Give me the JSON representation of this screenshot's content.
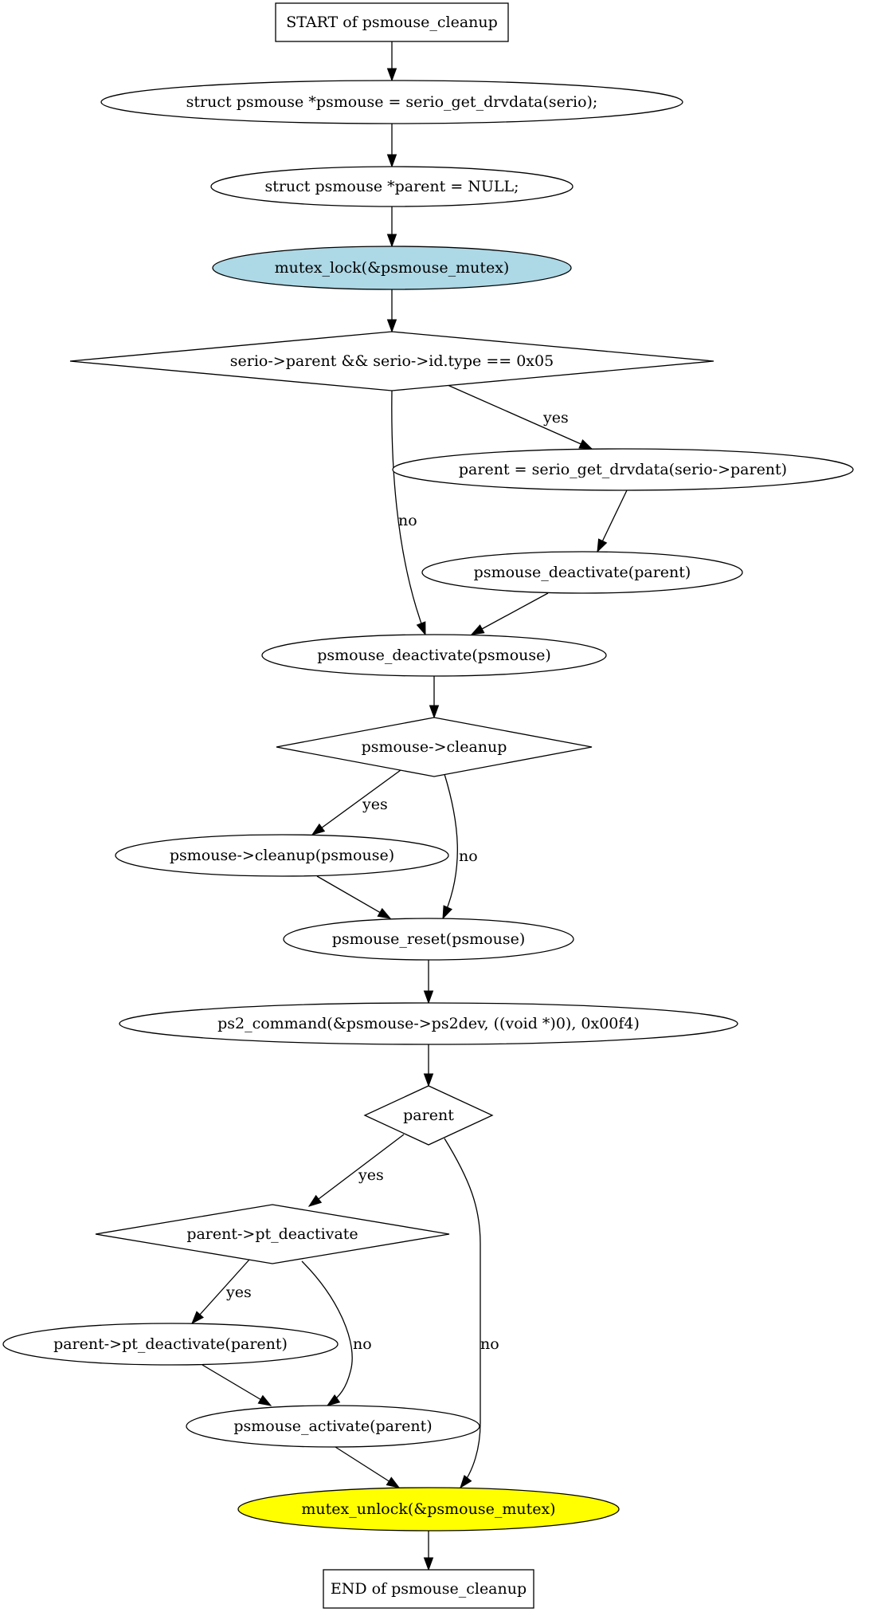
{
  "diagram": {
    "nodes": [
      {
        "id": "start",
        "shape": "box",
        "label": "START of psmouse_cleanup",
        "fill": "#ffffff"
      },
      {
        "id": "n1",
        "shape": "ellipse",
        "label": "struct psmouse *psmouse = serio_get_drvdata(serio);",
        "fill": "#ffffff"
      },
      {
        "id": "n2",
        "shape": "ellipse",
        "label": "struct psmouse *parent = NULL;",
        "fill": "#ffffff"
      },
      {
        "id": "n3",
        "shape": "ellipse",
        "label": "mutex_lock(&psmouse_mutex)",
        "fill": "#add8e6"
      },
      {
        "id": "d1",
        "shape": "diamond",
        "label": "serio->parent && serio->id.type == 0x05",
        "fill": "#ffffff"
      },
      {
        "id": "n4",
        "shape": "ellipse",
        "label": "parent = serio_get_drvdata(serio->parent)",
        "fill": "#ffffff"
      },
      {
        "id": "n5",
        "shape": "ellipse",
        "label": "psmouse_deactivate(parent)",
        "fill": "#ffffff"
      },
      {
        "id": "n6",
        "shape": "ellipse",
        "label": "psmouse_deactivate(psmouse)",
        "fill": "#ffffff"
      },
      {
        "id": "d2",
        "shape": "diamond",
        "label": "psmouse->cleanup",
        "fill": "#ffffff"
      },
      {
        "id": "n7",
        "shape": "ellipse",
        "label": "psmouse->cleanup(psmouse)",
        "fill": "#ffffff"
      },
      {
        "id": "n8",
        "shape": "ellipse",
        "label": "psmouse_reset(psmouse)",
        "fill": "#ffffff"
      },
      {
        "id": "n9",
        "shape": "ellipse",
        "label": "ps2_command(&psmouse->ps2dev, ((void *)0), 0x00f4)",
        "fill": "#ffffff"
      },
      {
        "id": "d3",
        "shape": "diamond",
        "label": "parent",
        "fill": "#ffffff"
      },
      {
        "id": "d4",
        "shape": "diamond",
        "label": "parent->pt_deactivate",
        "fill": "#ffffff"
      },
      {
        "id": "n10",
        "shape": "ellipse",
        "label": "parent->pt_deactivate(parent)",
        "fill": "#ffffff"
      },
      {
        "id": "n11",
        "shape": "ellipse",
        "label": "psmouse_activate(parent)",
        "fill": "#ffffff"
      },
      {
        "id": "n12",
        "shape": "ellipse",
        "label": "mutex_unlock(&psmouse_mutex)",
        "fill": "#ffff00"
      },
      {
        "id": "end",
        "shape": "box",
        "label": "END of psmouse_cleanup",
        "fill": "#ffffff"
      }
    ],
    "edges": [
      {
        "id": "e-start-n1",
        "from": "start",
        "to": "n1",
        "label": ""
      },
      {
        "id": "e-n1-n2",
        "from": "n1",
        "to": "n2",
        "label": ""
      },
      {
        "id": "e-n2-n3",
        "from": "n2",
        "to": "n3",
        "label": ""
      },
      {
        "id": "e-n3-d1",
        "from": "n3",
        "to": "d1",
        "label": ""
      },
      {
        "id": "e-d1-n4",
        "from": "d1",
        "to": "n4",
        "label": "yes"
      },
      {
        "id": "e-d1-n6",
        "from": "d1",
        "to": "n6",
        "label": "no"
      },
      {
        "id": "e-n4-n5",
        "from": "n4",
        "to": "n5",
        "label": ""
      },
      {
        "id": "e-n5-n6",
        "from": "n5",
        "to": "n6",
        "label": ""
      },
      {
        "id": "e-n6-d2",
        "from": "n6",
        "to": "d2",
        "label": ""
      },
      {
        "id": "e-d2-n7",
        "from": "d2",
        "to": "n7",
        "label": "yes"
      },
      {
        "id": "e-d2-n8",
        "from": "d2",
        "to": "n8",
        "label": "no"
      },
      {
        "id": "e-n7-n8",
        "from": "n7",
        "to": "n8",
        "label": ""
      },
      {
        "id": "e-n8-n9",
        "from": "n8",
        "to": "n9",
        "label": ""
      },
      {
        "id": "e-n9-d3",
        "from": "n9",
        "to": "d3",
        "label": ""
      },
      {
        "id": "e-d3-d4",
        "from": "d3",
        "to": "d4",
        "label": "yes"
      },
      {
        "id": "e-d3-n12",
        "from": "d3",
        "to": "n12",
        "label": "no"
      },
      {
        "id": "e-d4-n10",
        "from": "d4",
        "to": "n10",
        "label": "yes"
      },
      {
        "id": "e-d4-n11",
        "from": "d4",
        "to": "n11",
        "label": "no"
      },
      {
        "id": "e-n10-n11",
        "from": "n10",
        "to": "n11",
        "label": ""
      },
      {
        "id": "e-n11-n12",
        "from": "n11",
        "to": "n12",
        "label": ""
      },
      {
        "id": "e-n12-end",
        "from": "n12",
        "to": "end",
        "label": ""
      }
    ]
  }
}
